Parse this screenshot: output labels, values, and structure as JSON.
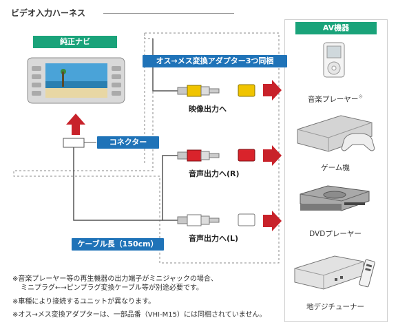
{
  "title": "ビデオ入力ハーネス",
  "labels": {
    "navi": "純正ナビ",
    "adapter": "オス→メス変換アダプター3つ同梱",
    "connector": "コネクター",
    "cable": "ケーブル長（150cm）",
    "av": "AV機器"
  },
  "outputs": {
    "video": "映像出力へ",
    "audio_r": "音声出力へ(R)",
    "audio_l": "音声出力へ(L)"
  },
  "devices": {
    "music": "音楽プレーヤー",
    "music_mark": "※",
    "game": "ゲーム機",
    "dvd": "DVDプレーヤー",
    "tuner": "地デジチューナー"
  },
  "notes": {
    "n1a": "※音楽プレーヤー等の再生機器の出力端子がミニジャックの場合、",
    "n1b": "ミニプラグ←→ピンプラグ変換ケーブル等が別途必要です。",
    "n2": "※車種により接続するユニットが異なります。",
    "n3": "※オス→メス変換アダプターは、一部品番（VHI-M15）には同梱されていません。"
  },
  "colors": {
    "blue_tag": "#1f73b8",
    "green_tag": "#1aa37a",
    "arrow_red": "#c8222a",
    "plug_yellow": "#f0c400",
    "plug_red": "#d9232b",
    "plug_white": "#ffffff"
  }
}
